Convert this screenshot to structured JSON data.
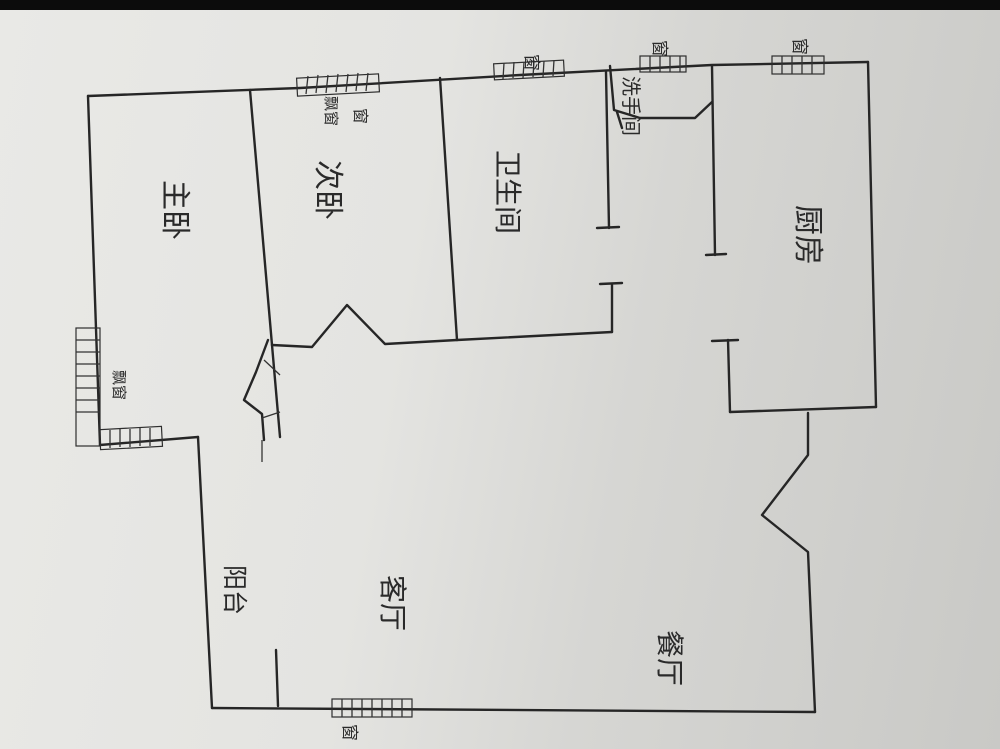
{
  "rooms": {
    "master_bedroom": "主卧",
    "second_bedroom": "次卧",
    "bathroom": "卫生间",
    "wash_room": "洗手间",
    "kitchen": "厨房",
    "balcony": "阳台",
    "living_room": "客厅",
    "dining_room": "餐厅"
  },
  "windows": {
    "label": "窗",
    "bay_label": "飘窗"
  }
}
